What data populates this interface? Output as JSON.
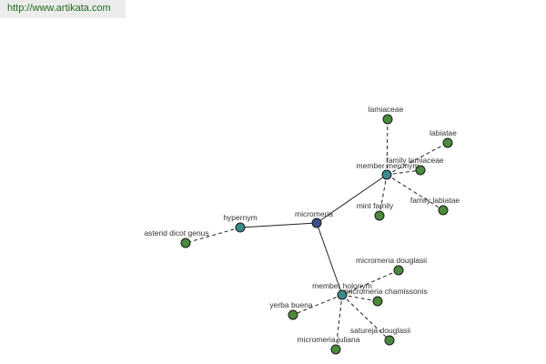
{
  "site_url": "http://www.artikata.com",
  "colors": {
    "root": "#3a4f8c",
    "relation": "#3c8a8a",
    "leaf": "#4a8a3c"
  },
  "nodes": [
    {
      "id": "micromeria",
      "label": "micromeria",
      "kind": "root"
    },
    {
      "id": "hypernym",
      "label": "hypernym",
      "kind": "relation"
    },
    {
      "id": "member-meronym",
      "label": "member meronym",
      "kind": "relation"
    },
    {
      "id": "member-holonym",
      "label": "member holonym",
      "kind": "relation"
    },
    {
      "id": "asterid-dicot-genus",
      "label": "asterid dicot genus",
      "kind": "leaf"
    },
    {
      "id": "lamiaceae",
      "label": "lamiaceae",
      "kind": "leaf"
    },
    {
      "id": "labiatae",
      "label": "labiatae",
      "kind": "leaf"
    },
    {
      "id": "family-lamiaceae",
      "label": "family lamiaceae",
      "kind": "leaf"
    },
    {
      "id": "mint-family",
      "label": "mint family",
      "kind": "leaf"
    },
    {
      "id": "family-labiatae",
      "label": "family labiatae",
      "kind": "leaf"
    },
    {
      "id": "micromeria-douglasii",
      "label": "micromeria douglasii",
      "kind": "leaf"
    },
    {
      "id": "micromeria-chamissonis",
      "label": "micromeria chamissonis",
      "kind": "leaf"
    },
    {
      "id": "yerba-buena",
      "label": "yerba buena",
      "kind": "leaf"
    },
    {
      "id": "satureja-douglasii",
      "label": "satureja douglasii",
      "kind": "leaf"
    },
    {
      "id": "micromeria-juliana",
      "label": "micromeria juliana",
      "kind": "leaf"
    }
  ],
  "edges": [
    {
      "from": "micromeria",
      "to": "hypernym",
      "style": "solid"
    },
    {
      "from": "micromeria",
      "to": "member-meronym",
      "style": "solid"
    },
    {
      "from": "micromeria",
      "to": "member-holonym",
      "style": "solid"
    },
    {
      "from": "hypernym",
      "to": "asterid-dicot-genus",
      "style": "dashed"
    },
    {
      "from": "member-meronym",
      "to": "lamiaceae",
      "style": "dashed"
    },
    {
      "from": "member-meronym",
      "to": "labiatae",
      "style": "dashed"
    },
    {
      "from": "member-meronym",
      "to": "family-lamiaceae",
      "style": "dashed"
    },
    {
      "from": "member-meronym",
      "to": "mint-family",
      "style": "dashed"
    },
    {
      "from": "member-meronym",
      "to": "family-labiatae",
      "style": "dashed"
    },
    {
      "from": "member-holonym",
      "to": "micromeria-douglasii",
      "style": "dashed"
    },
    {
      "from": "member-holonym",
      "to": "micromeria-chamissonis",
      "style": "dashed"
    },
    {
      "from": "member-holonym",
      "to": "yerba-buena",
      "style": "dashed"
    },
    {
      "from": "member-holonym",
      "to": "satureja-douglasii",
      "style": "dashed"
    },
    {
      "from": "member-holonym",
      "to": "micromeria-juliana",
      "style": "dashed"
    }
  ]
}
